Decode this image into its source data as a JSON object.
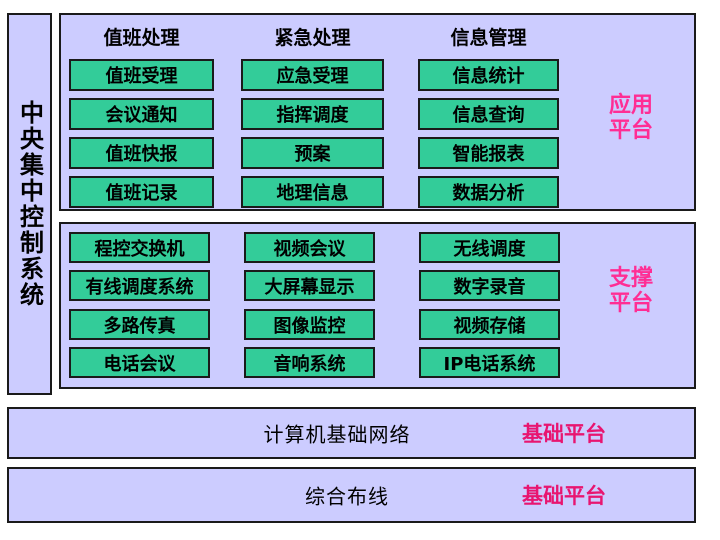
{
  "title": "中央集中控制系统",
  "colors": {
    "lavender": "#CCCCFF",
    "green": "#33CC99",
    "border": "#1a1a1a",
    "label_pink": "#FF2D94",
    "base_pink": "#E81570"
  },
  "sidebar": {
    "label": "中央集中控制系统"
  },
  "application_platform": {
    "label_line1": "应用",
    "label_line2": "平台",
    "columns": [
      {
        "header": "值班处理",
        "items": [
          "值班受理",
          "会议通知",
          "值班快报",
          "值班记录"
        ]
      },
      {
        "header": "紧急处理",
        "items": [
          "应急受理",
          "指挥调度",
          "预案",
          "地理信息"
        ]
      },
      {
        "header": "信息管理",
        "items": [
          "信息统计",
          "信息查询",
          "智能报表",
          "数据分析"
        ]
      }
    ]
  },
  "support_platform": {
    "label_line1": "支撑",
    "label_line2": "平台",
    "columns": [
      {
        "items": [
          "程控交换机",
          "有线调度系统",
          "多路传真",
          "电话会议"
        ]
      },
      {
        "items": [
          "视频会议",
          "大屏幕显示",
          "图像监控",
          "音响系统"
        ]
      },
      {
        "items": [
          "无线调度",
          "数字录音",
          "视频存储",
          "IP电话系统"
        ]
      }
    ]
  },
  "base_platforms": [
    {
      "name": "计算机基础网络",
      "label": "基础平台"
    },
    {
      "name": "综合布线",
      "label": "基础平台"
    }
  ]
}
